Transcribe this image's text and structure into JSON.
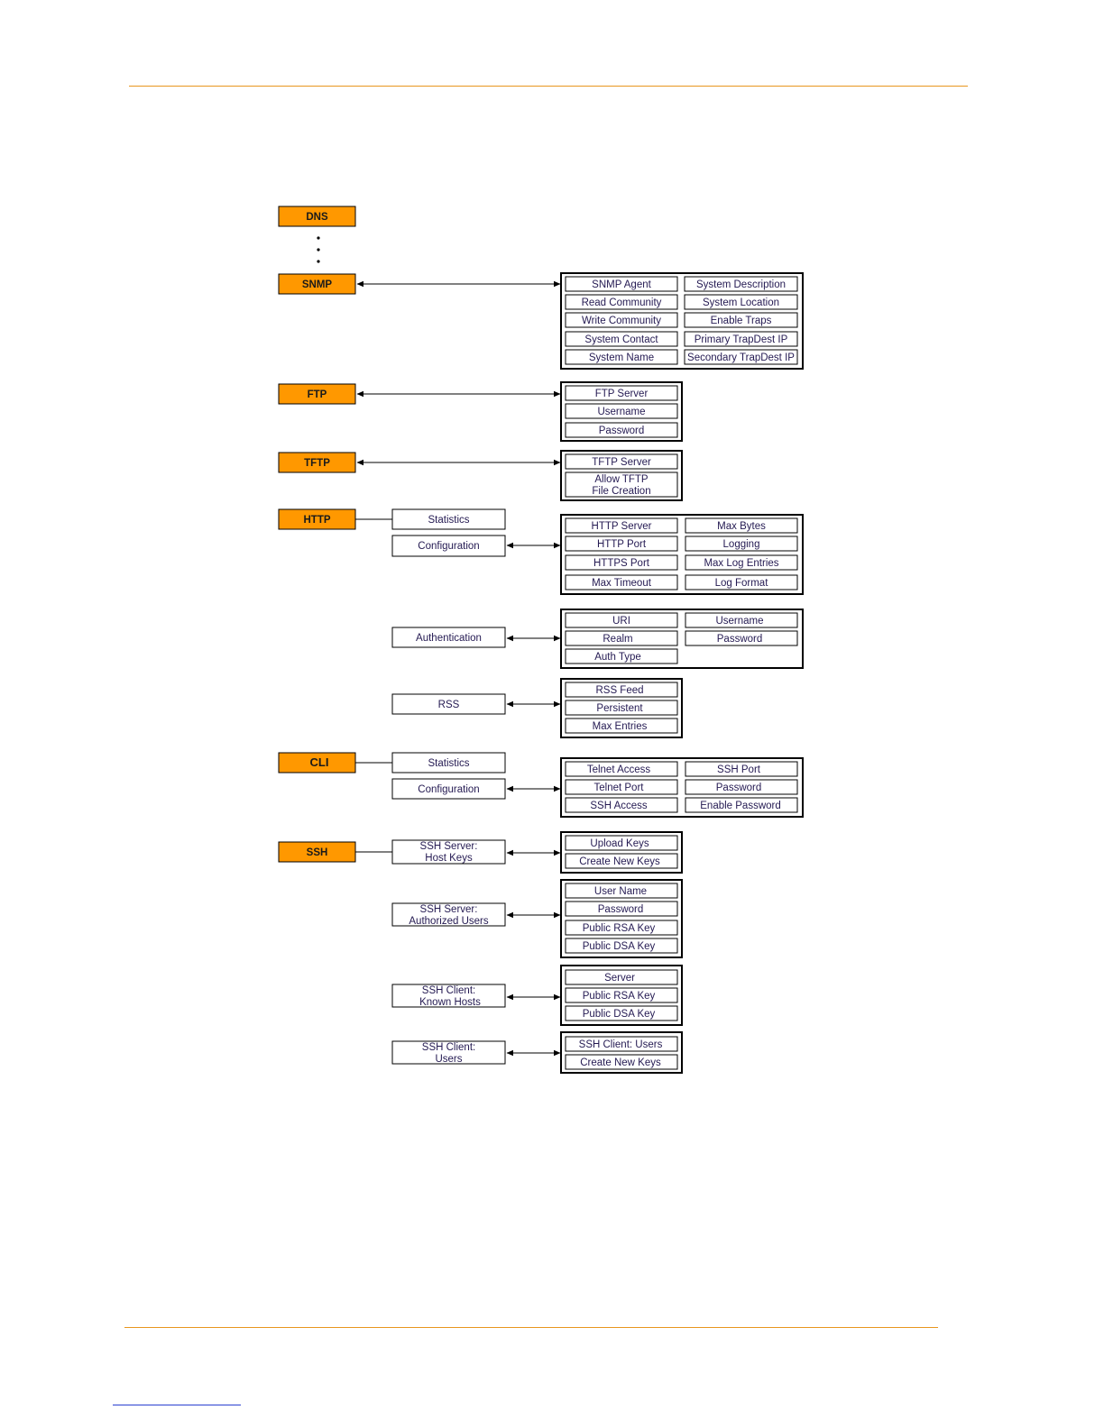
{
  "colors": {
    "rule": "#e8961e",
    "category_fill": "#ff9800",
    "stroke": "#000000",
    "text": "#241a52"
  },
  "dns": "DNS",
  "snmp": {
    "label": "SNMP",
    "left": [
      "SNMP Agent",
      "Read Community",
      "Write Community",
      "System Contact",
      "System Name"
    ],
    "right": [
      "System Description",
      "System Location",
      "Enable Traps",
      "Primary TrapDest IP",
      "Secondary TrapDest IP"
    ]
  },
  "ftp": {
    "label": "FTP",
    "items": [
      "FTP Server",
      "Username",
      "Password"
    ]
  },
  "tftp": {
    "label": "TFTP",
    "items": [
      "TFTP Server",
      "Allow TFTP",
      "File Creation"
    ]
  },
  "http": {
    "label": "HTTP",
    "statistics": "Statistics",
    "configuration": "Configuration",
    "config_left": [
      "HTTP Server",
      "HTTP Port",
      "HTTPS Port",
      "Max Timeout"
    ],
    "config_right": [
      "Max Bytes",
      "Logging",
      "Max Log Entries",
      "Log Format"
    ],
    "authentication": "Authentication",
    "auth_left": [
      "URI",
      "Realm",
      "Auth Type"
    ],
    "auth_right": [
      "Username",
      "Password"
    ],
    "rss": "RSS",
    "rss_items": [
      "RSS Feed",
      "Persistent",
      "Max Entries"
    ]
  },
  "cli": {
    "label": "CLI",
    "statistics": "Statistics",
    "configuration": "Configuration",
    "config_left": [
      "Telnet Access",
      "Telnet Port",
      "SSH Access"
    ],
    "config_right": [
      "SSH Port",
      "Password",
      "Enable Password"
    ]
  },
  "ssh": {
    "label": "SSH",
    "host_keys": [
      "SSH Server:",
      "Host Keys"
    ],
    "host_keys_items": [
      "Upload Keys",
      "Create New Keys"
    ],
    "auth_users": [
      "SSH Server:",
      "Authorized Users"
    ],
    "auth_users_items": [
      "User Name",
      "Password",
      "Public RSA Key",
      "Public DSA Key"
    ],
    "known_hosts": [
      "SSH Client:",
      "Known Hosts"
    ],
    "known_hosts_items": [
      "Server",
      "Public RSA Key",
      "Public DSA Key"
    ],
    "client_users": [
      "SSH Client:",
      "Users"
    ],
    "client_users_items": [
      "SSH Client: Users",
      "Create New Keys"
    ]
  }
}
